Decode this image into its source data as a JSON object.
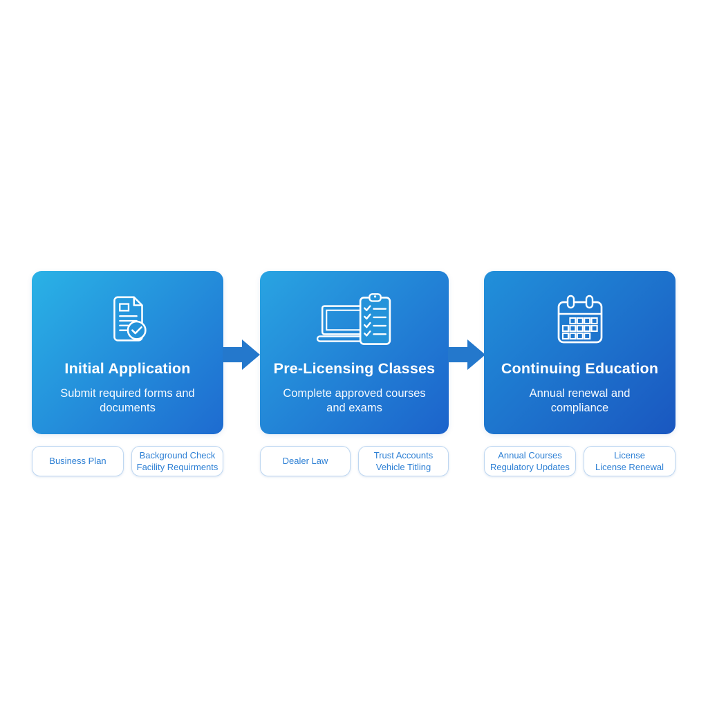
{
  "figure": {
    "type": "process-flow-infographic",
    "background": "#ffffff",
    "step_count": 3
  },
  "steps": [
    {
      "title": "Initial Application",
      "subtitle": "Submit required forms and documents",
      "icon": "document-check-icon",
      "chips": [
        "Business Plan",
        "Background Check\nFacility Requirments"
      ]
    },
    {
      "title": "Pre-Licensing Classes",
      "subtitle": "Complete approved courses and exams",
      "icon": "laptop-checklist-icon",
      "chips": [
        "Dealer Law",
        "Trust Accounts\nVehicle Titling"
      ]
    },
    {
      "title": "Continuing Education",
      "subtitle": "Annual renewal and compliance",
      "icon": "calendar-icon",
      "chips": [
        "Annual Courses\nRegulatory Updates",
        "License\nLicense Renewal"
      ]
    }
  ],
  "colors": {
    "card1_gradient_start": "#2ab2e6",
    "card1_gradient_end": "#1e6bd0",
    "card2_gradient_start": "#29a4e2",
    "card2_gradient_end": "#1c63cb",
    "card3_gradient_start": "#2190da",
    "card3_gradient_end": "#1a57c0",
    "arrow": "#2478cc",
    "card_text": "#ffffff",
    "chip_text": "#2c7fd4",
    "chip_border": "#bed7f1",
    "chip_background": "#ffffff"
  }
}
